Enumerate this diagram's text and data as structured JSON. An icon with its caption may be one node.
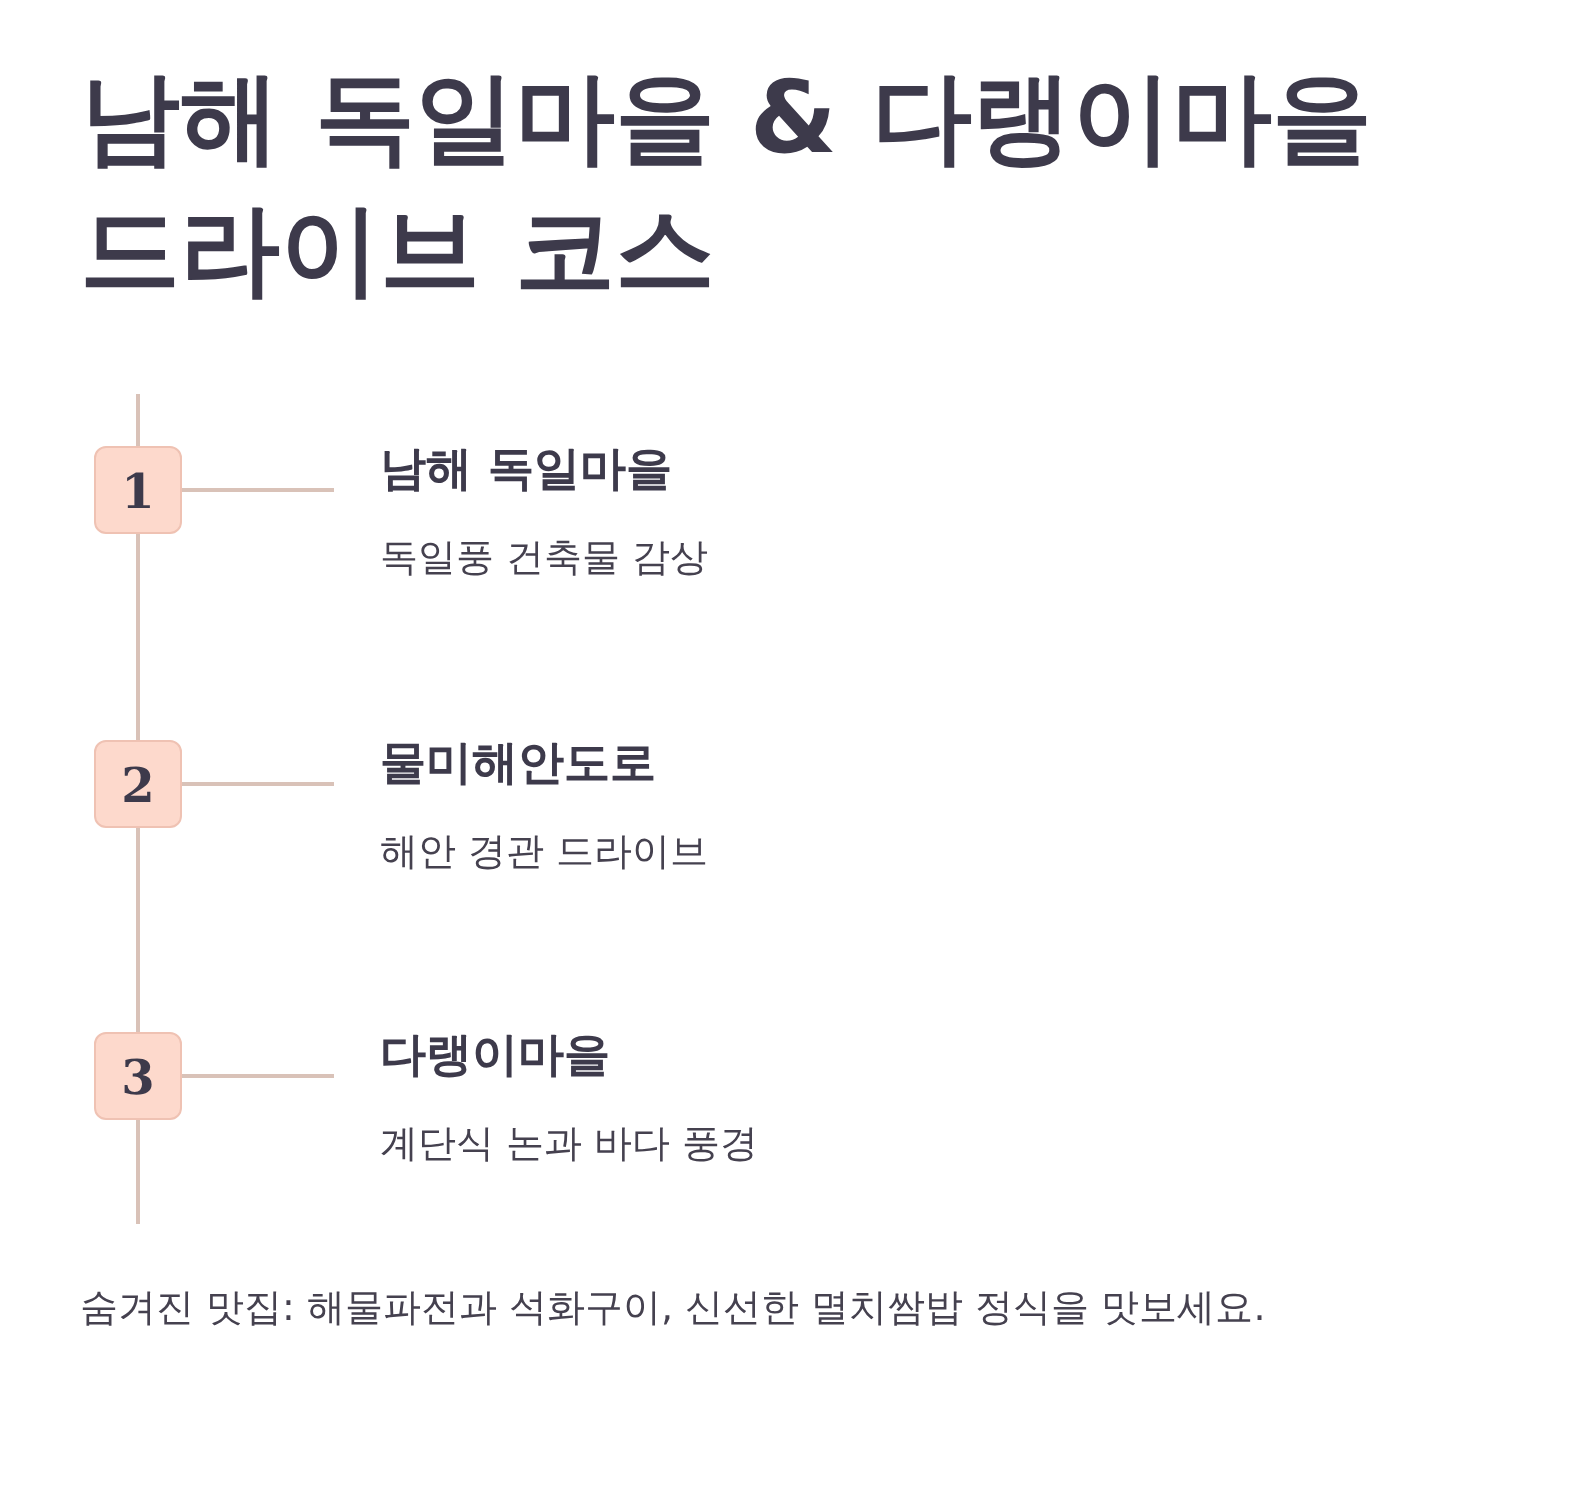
{
  "diagram": {
    "title": "남해 독일마을 & 다랭이마을 드라이브 코스",
    "nodes": [
      {
        "text": [
          "1"
        ]
      },
      {
        "text": [
          "남해 독일마을",
          "독일풍 건축물 감상"
        ]
      },
      {
        "text": [
          "2"
        ]
      },
      {
        "text": [
          "물미해안도로",
          "해안 경관 드라이브"
        ]
      },
      {
        "text": [
          "3"
        ]
      },
      {
        "text": [
          "다랭이마을",
          "계단식 논과 바다 풍경"
        ]
      }
    ],
    "edges": [
      {
        "from": 0,
        "to": 1,
        "arrow": "none"
      },
      {
        "from": 2,
        "to": 3,
        "arrow": "none"
      },
      {
        "from": 4,
        "to": 5,
        "arrow": "none"
      },
      {
        "from": 0,
        "to": 2,
        "arrow": "none"
      },
      {
        "from": 2,
        "to": 4,
        "arrow": "none"
      }
    ],
    "labels": [
      "숨겨진 맛집: 해물파전과 석화구이, 신선한 멸치쌈밥 정식을 맛보세요."
    ]
  }
}
